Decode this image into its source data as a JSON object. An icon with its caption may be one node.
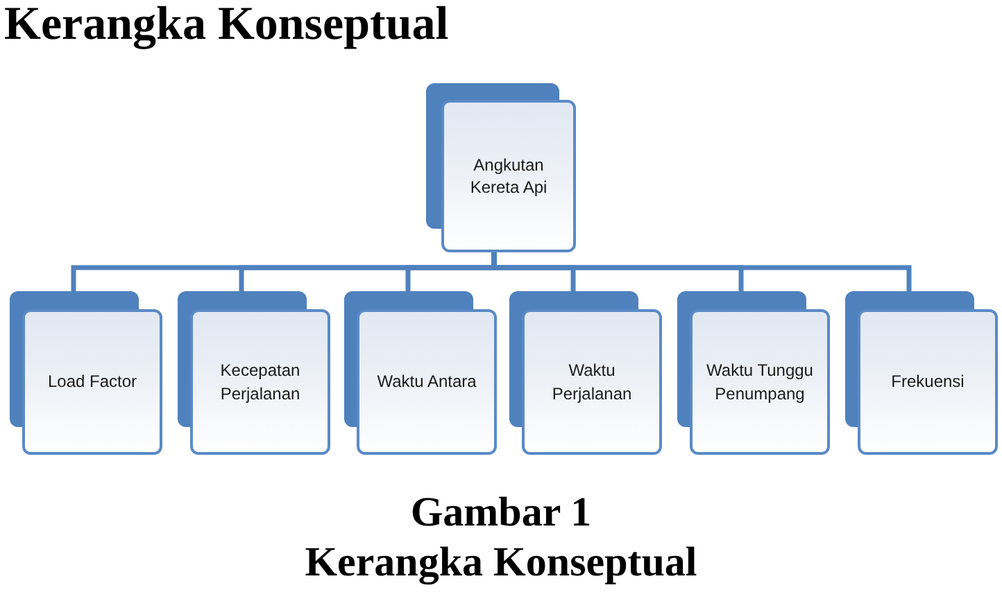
{
  "diagram": {
    "title": "Kerangka Konseptual",
    "caption": "Gambar 1 Kerangka Konseptual",
    "nodes": [
      {
        "text": [
          "Angkutan Kereta Api"
        ]
      },
      {
        "text": [
          "Load Factor"
        ]
      },
      {
        "text": [
          "Kecepatan Perjalanan"
        ]
      },
      {
        "text": [
          "Waktu Antara"
        ]
      },
      {
        "text": [
          "Waktu Perjalanan"
        ]
      },
      {
        "text": [
          "Waktu Tunggu Penumpang"
        ]
      },
      {
        "text": [
          "Frekuensi"
        ]
      }
    ],
    "edges": [
      {
        "from": 0,
        "to": 1,
        "arrow": "none"
      },
      {
        "from": 0,
        "to": 2,
        "arrow": "none"
      },
      {
        "from": 0,
        "to": 3,
        "arrow": "none"
      },
      {
        "from": 0,
        "to": 4,
        "arrow": "none"
      },
      {
        "from": 0,
        "to": 5,
        "arrow": "none"
      },
      {
        "from": 0,
        "to": 6,
        "arrow": "none"
      }
    ]
  }
}
